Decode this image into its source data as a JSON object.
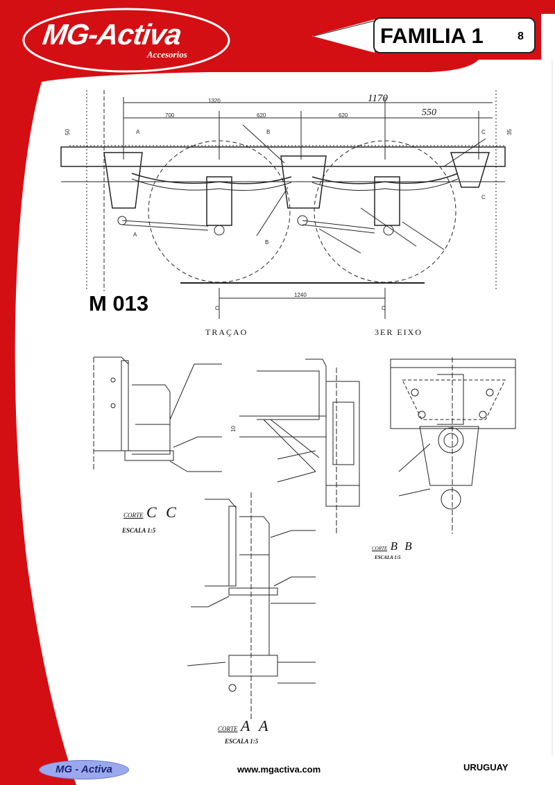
{
  "header": {
    "brand": "MG-Activa",
    "brand_sub": "Accesorios",
    "family_title": "FAMILIA 1",
    "page_number": "8"
  },
  "drawing": {
    "model": "M 013",
    "dims_top": [
      "1320",
      "1170",
      "700",
      "620",
      "620",
      "550"
    ],
    "dim_left": "50",
    "dim_right": "35",
    "dim_bottom": "1240",
    "dim_side": "10",
    "section_marks": [
      "A",
      "A",
      "B",
      "B",
      "C",
      "C"
    ],
    "axle_label_1": "TRAÇAO",
    "axle_label_2": "3ER EIXO",
    "cl_mark": "C",
    "cuts": [
      {
        "label": "CORTE",
        "letters": "C C",
        "scale": "ESCALA 1:5"
      },
      {
        "label": "CORTE",
        "letters": "B B",
        "scale": "ESCALA 1:5"
      },
      {
        "label": "CORTE",
        "letters": "A A",
        "scale": "ESCALA 1:5"
      }
    ]
  },
  "footer": {
    "logo": "MG - Activa",
    "website": "www.mgactiva.com",
    "country": "URUGUAY"
  },
  "colors": {
    "brand_red": "#d40f14",
    "footer_logo": "#9aa8ee"
  }
}
